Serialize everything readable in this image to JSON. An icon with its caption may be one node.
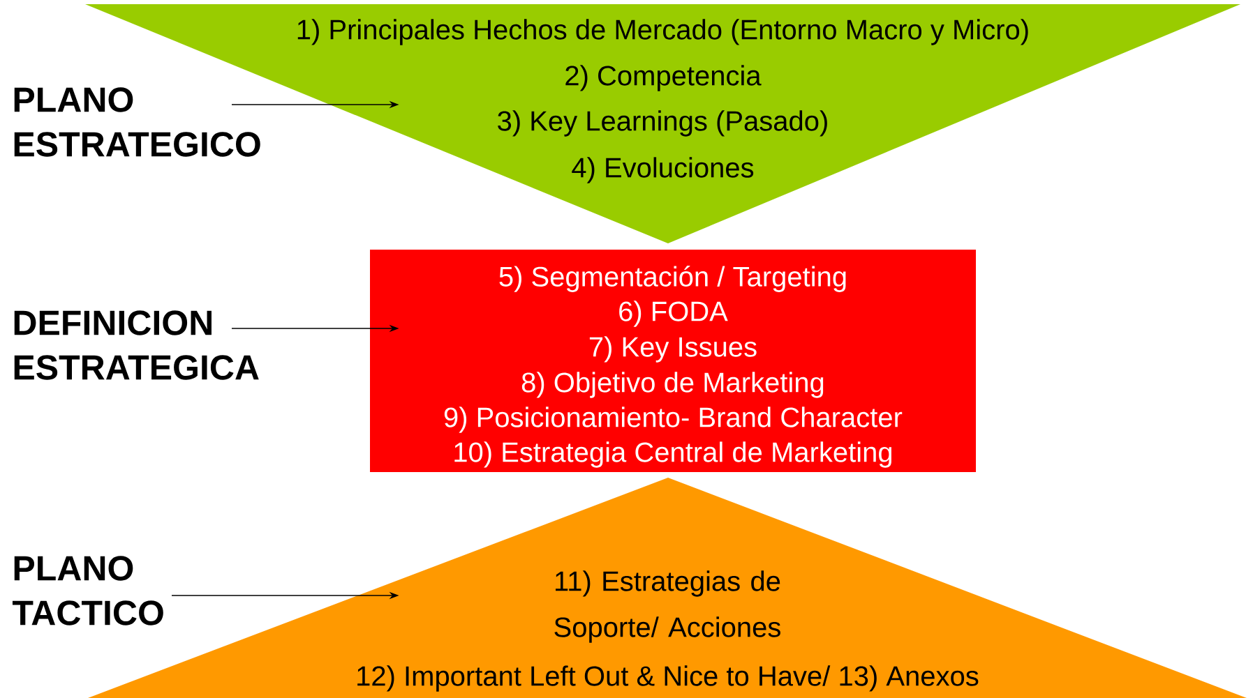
{
  "diagram": {
    "nodes": [
      {
        "text": [
          "1) Principales Hechos de Mercado (Entorno Macro y Micro)",
          "2) Competencia",
          "3) Key Learnings (Pasado)",
          "4) Evoluciones"
        ]
      },
      {
        "text": [
          "5) Segmentación / Targeting",
          "6) FODA",
          "7) Key Issues",
          "8) Objetivo de Marketing",
          "9) Posicionamiento- Brand Character",
          "10) Estrategia Central de Marketing"
        ]
      },
      {
        "text": [
          "11) Estrategias de Soporte/ Acciones",
          "12) Important Left Out & Nice to Have/ 13) Anexos"
        ]
      },
      {
        "text": [
          "PLANO ESTRATEGICO"
        ]
      },
      {
        "text": [
          "DEFINICION ESTRATEGICA"
        ]
      },
      {
        "text": [
          "PLANO TACTICO"
        ]
      }
    ],
    "edges": [
      {
        "from": 3,
        "to": 0,
        "arrow": "to"
      },
      {
        "from": 4,
        "to": 1,
        "arrow": "to"
      },
      {
        "from": 5,
        "to": 2,
        "arrow": "to"
      }
    ]
  }
}
